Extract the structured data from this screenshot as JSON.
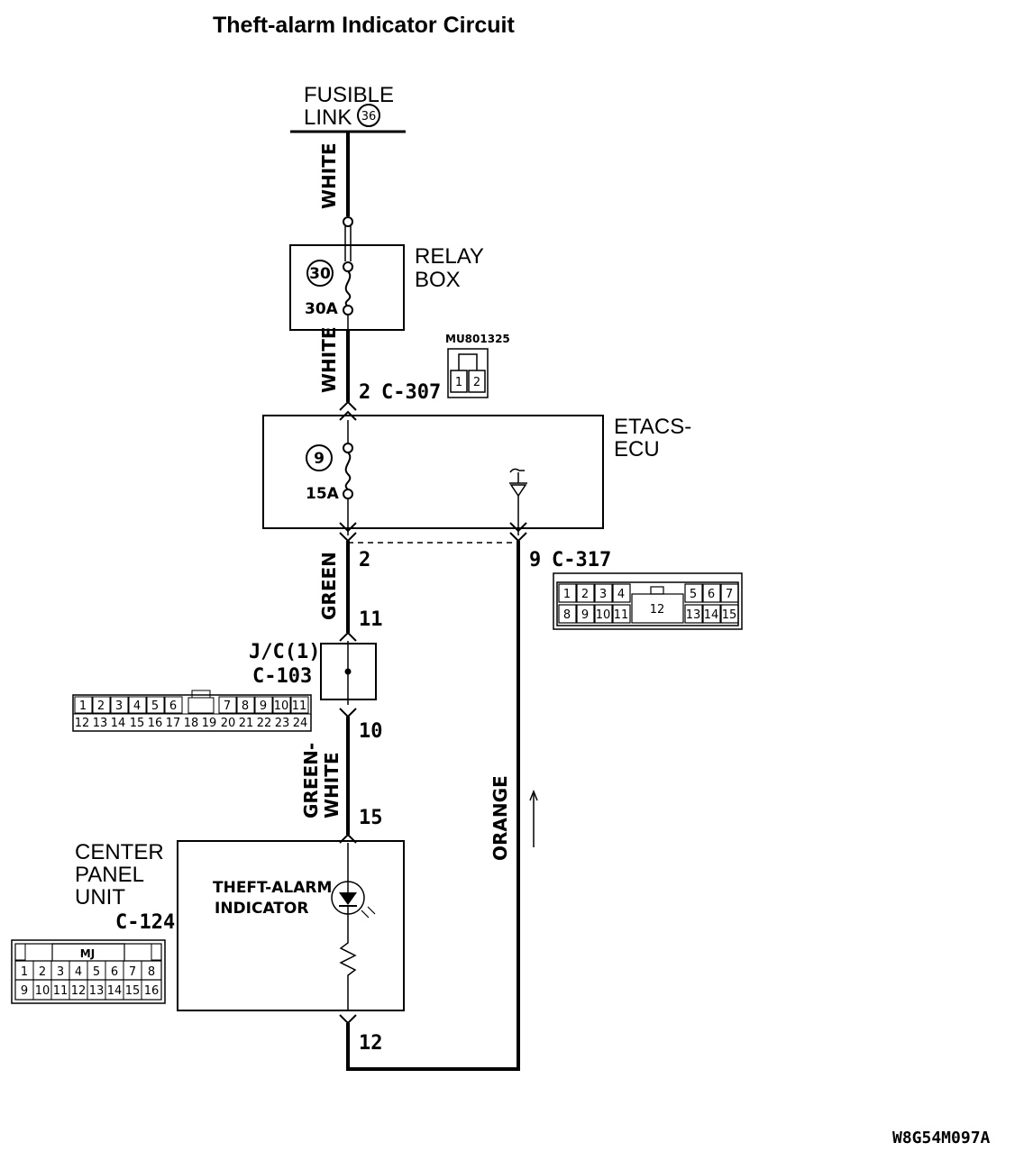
{
  "title": "Theft-alarm Indicator Circuit",
  "figure_id": "W8G54M097A",
  "fusible_link": {
    "line1": "FUSIBLE",
    "line2": "LINK",
    "number": "36"
  },
  "relay_box": {
    "line1": "RELAY",
    "line2": "BOX",
    "fuse_number": "30",
    "fuse_rating": "30A"
  },
  "etacs": {
    "line1": "ETACS-",
    "line2": "ECU",
    "fuse_number": "9",
    "fuse_rating": "15A"
  },
  "connectors": {
    "c307": {
      "pin": "2",
      "name": "C-307",
      "part_number": "MU801325",
      "cells": [
        "1",
        "2"
      ]
    },
    "c317": {
      "pin_left": "2",
      "pin_right": "9",
      "name": "C-317",
      "top_left": [
        "1",
        "2",
        "3",
        "4"
      ],
      "bottom_left": [
        "8",
        "9",
        "10",
        "11"
      ],
      "center": "12",
      "top_right": [
        "5",
        "6",
        "7"
      ],
      "bottom_right": [
        "13",
        "14",
        "15"
      ]
    },
    "c103": {
      "label1": "J/C(1)",
      "label2": "C-103",
      "pin_in": "11",
      "pin_out": "10",
      "top_left": [
        "1",
        "2",
        "3",
        "4",
        "5",
        "6"
      ],
      "top_right": [
        "7",
        "8",
        "9",
        "10",
        "11"
      ],
      "bottom": [
        "12",
        "13",
        "14",
        "15",
        "16",
        "17",
        "18",
        "19",
        "20",
        "21",
        "22",
        "23",
        "24"
      ]
    },
    "c124": {
      "name": "C-124",
      "pin_in": "15",
      "pin_out": "12",
      "tag": "MJ",
      "top": [
        "1",
        "2",
        "3",
        "4",
        "5",
        "6",
        "7",
        "8"
      ],
      "bottom": [
        "9",
        "10",
        "11",
        "12",
        "13",
        "14",
        "15",
        "16"
      ]
    }
  },
  "center_panel": {
    "line1": "CENTER",
    "line2": "PANEL",
    "line3": "UNIT",
    "indicator1": "THEFT-ALARM",
    "indicator2": "INDICATOR"
  },
  "wires": {
    "white_top": "WHITE",
    "white_mid": "WHITE",
    "green": "GREEN",
    "green_white_1": "GREEN-",
    "green_white_2": "WHITE",
    "orange": "ORANGE"
  }
}
